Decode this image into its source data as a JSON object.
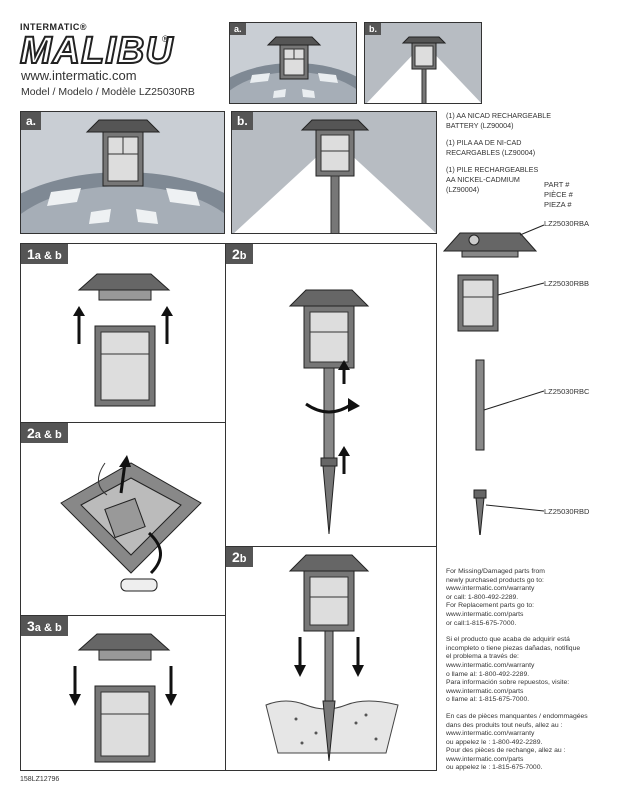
{
  "brand": {
    "company": "INTERMATIC®",
    "logo": "MALIBU",
    "logo_mark": "®",
    "url": "www.intermatic.com"
  },
  "model_line": "Model / Modelo / Modèle  LZ25030RB",
  "thumbs": {
    "a": "a.",
    "b": "b."
  },
  "views": {
    "a": "a.",
    "b": "b."
  },
  "battery_note": [
    "(1) AA NICAD RECHARGEABLE",
    "BATTERY (LZ90004)",
    "",
    "(1) PILA AA DE NI-CAD",
    "RECARGABLES (LZ90004)",
    "",
    "(1) PILE RECHARGEABLES",
    "AA NICKEL-CADMIUM",
    "(LZ90004)"
  ],
  "part_header": [
    "PART #",
    "PIÈCE #",
    "PIEZA #"
  ],
  "parts": [
    "LZ25030RBA",
    "LZ25030RBB",
    "LZ25030RBC",
    "LZ25030RBD"
  ],
  "steps": [
    {
      "num": "1",
      "sub": "a & b"
    },
    {
      "num": "2",
      "sub": "a & b"
    },
    {
      "num": "3",
      "sub": "a & b"
    },
    {
      "num": "2",
      "sub": "b"
    },
    {
      "num": "2",
      "sub": "b"
    }
  ],
  "contact_lines": [
    "For Missing/Damaged parts from",
    "newly purchased products go to:",
    "www.intermatic.com/warranty",
    "or call: 1-800-492-2289.",
    "For Replacement parts go to:",
    "www.intermatic.com/parts",
    "or call:1-815-675-7000.",
    "",
    "Si el producto que acaba de adquirir está",
    "incompleto  o  tiene piezas dañadas, notifique",
    "el problema a través de:",
    "www.intermatic.com/warranty",
    "o llame al: 1-800-492-2289.",
    "Para información sobre repuestos, visite:",
    "www.intermatic.com/parts",
    "o llame al: 1-815-675-7000.",
    "",
    "En cas de pièces manquantes  / endommagées",
    "dans des produits tout neufs, allez au  :",
    "www.intermatic.com/warranty",
    "ou appelez le  : 1-800-492-2289.",
    "Pour des pièces de rechange, allez au  :",
    "www.intermatic.com/parts",
    "ou appelez le  : 1-815-675-7000."
  ],
  "footer_code": "158LZ12796"
}
